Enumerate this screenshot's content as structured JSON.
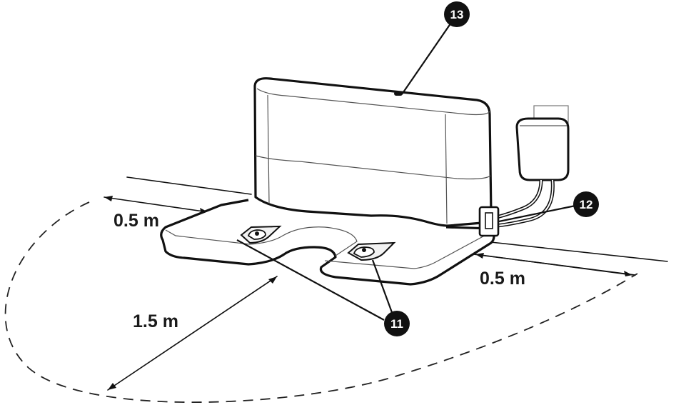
{
  "labels": {
    "dist_left": "0.5 m",
    "dist_right": "0.5 m",
    "dist_front": "1.5 m"
  },
  "callouts": {
    "base_station": "13",
    "power_adapter": "12",
    "charging_contacts": "11"
  },
  "colors": {
    "line": "#111111",
    "fill": "#ffffff",
    "shadow": "#e6e6e6"
  }
}
